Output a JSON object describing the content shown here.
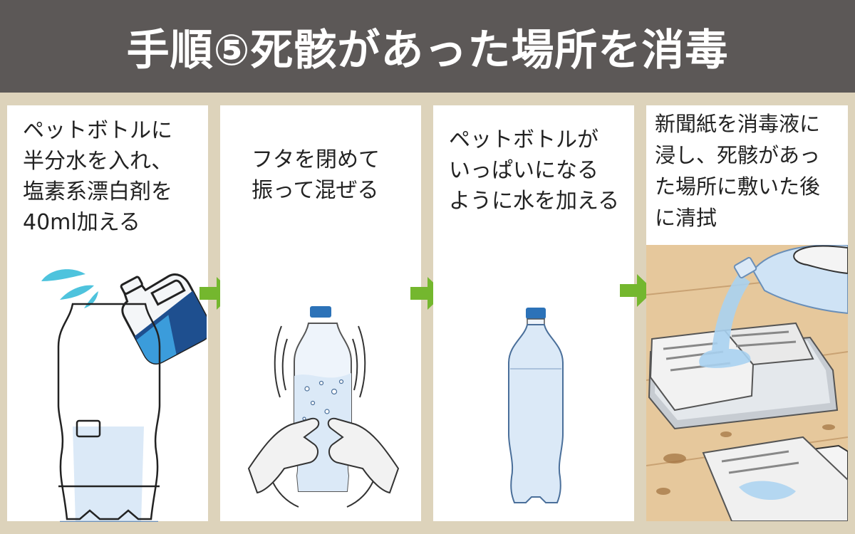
{
  "title": "手順⑤死骸があった場所を消毒",
  "steps": [
    {
      "lines": [
        "ペットボトルに",
        "半分水を入れ、",
        "塩素系漂白剤を",
        "40ml加える"
      ]
    },
    {
      "lines": [
        "フタを閉めて",
        "振って混ぜる"
      ]
    },
    {
      "lines": [
        "ペットボトルが",
        "いっぱいになる",
        "ように水を加える"
      ]
    },
    {
      "lines": [
        "新聞紙を消毒液に",
        "浸し、死骸があっ",
        "た場所に敷いた後",
        "に清拭"
      ]
    }
  ],
  "icons": {
    "arrow": "right-arrow-icon",
    "bottle": "plastic-bottle-icon",
    "bleach": "bleach-container-icon",
    "gloves": "glove-icon",
    "newspaper": "newspaper-icon"
  },
  "colors": {
    "header_bg": "#5c5857",
    "page_bg": "#ddd3bb",
    "panel_bg": "#ffffff",
    "arrow": "#74b72e",
    "water": "#dbe9f7",
    "cap": "#2c72b8"
  }
}
